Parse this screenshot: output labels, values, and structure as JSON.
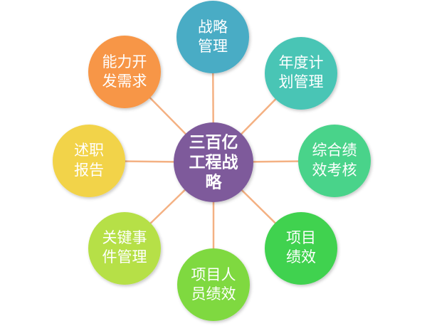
{
  "center": {
    "lines": [
      "三百亿",
      "工程战",
      "略"
    ],
    "color": "#7e5a9b"
  },
  "nodes": [
    {
      "id": "strategy-management",
      "lines": [
        "战略",
        "管理"
      ],
      "color": "#4aacc5"
    },
    {
      "id": "annual-plan-management",
      "lines": [
        "年度计",
        "划管理"
      ],
      "color": "#4ac5b5"
    },
    {
      "id": "comprehensive-performance",
      "lines": [
        "综合绩",
        "效考核"
      ],
      "color": "#4ad38a"
    },
    {
      "id": "project-performance",
      "lines": [
        "项目",
        "绩效"
      ],
      "color": "#3fd24f"
    },
    {
      "id": "project-staff-performance",
      "lines": [
        "项目人",
        "员绩效"
      ],
      "color": "#7fd93f"
    },
    {
      "id": "key-event-management",
      "lines": [
        "关键事",
        "件管理"
      ],
      "color": "#b6e046"
    },
    {
      "id": "debriefing-report",
      "lines": [
        "述职",
        "报告"
      ],
      "color": "#f2d34a"
    },
    {
      "id": "capability-development-needs",
      "lines": [
        "能力开",
        "发需求"
      ],
      "color": "#f79646"
    }
  ],
  "connector_color": "#f4b183"
}
